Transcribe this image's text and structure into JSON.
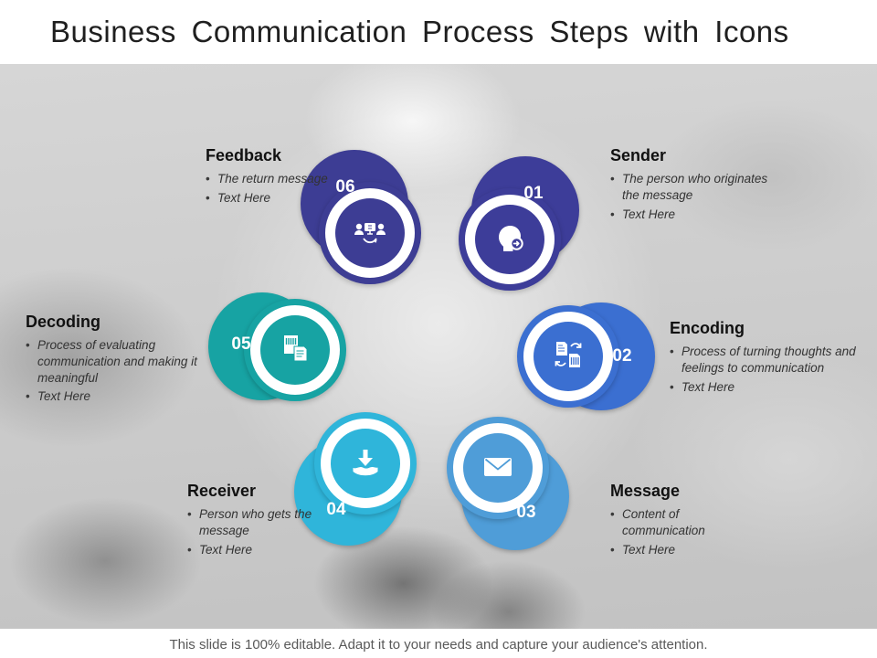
{
  "slide": {
    "title": "Business Communication Process Steps with Icons",
    "footer": "This slide is 100% editable. Adapt it to your needs and capture your audience's attention."
  },
  "steps": [
    {
      "id": "sender",
      "number": "01",
      "label": "Sender",
      "color": "#3d3d99",
      "icon": "speaking-head-icon",
      "bullets": [
        "The person who originates the message",
        "Text Here"
      ]
    },
    {
      "id": "encoding",
      "number": "02",
      "label": "Encoding",
      "color": "#3b6fd1",
      "icon": "document-convert-icon",
      "bullets": [
        "Process of turning thoughts and feelings to communication",
        "Text Here"
      ]
    },
    {
      "id": "message",
      "number": "03",
      "label": "Message",
      "color": "#4f9dd8",
      "icon": "envelope-icon",
      "bullets": [
        "Content of communication",
        "Text Here"
      ]
    },
    {
      "id": "receiver",
      "number": "04",
      "label": "Receiver",
      "color": "#2fb5da",
      "icon": "hand-download-icon",
      "bullets": [
        "Person who  gets the message",
        "Text Here"
      ]
    },
    {
      "id": "decoding",
      "number": "05",
      "label": "Decoding",
      "color": "#17a3a3",
      "icon": "barcode-document-icon",
      "bullets": [
        "Process of evaluating communication and making it meaningful",
        "Text Here"
      ]
    },
    {
      "id": "feedback",
      "number": "06",
      "label": "Feedback",
      "color": "#3d3d94",
      "icon": "people-display-icon",
      "bullets": [
        "The return message",
        "Text Here"
      ]
    }
  ]
}
